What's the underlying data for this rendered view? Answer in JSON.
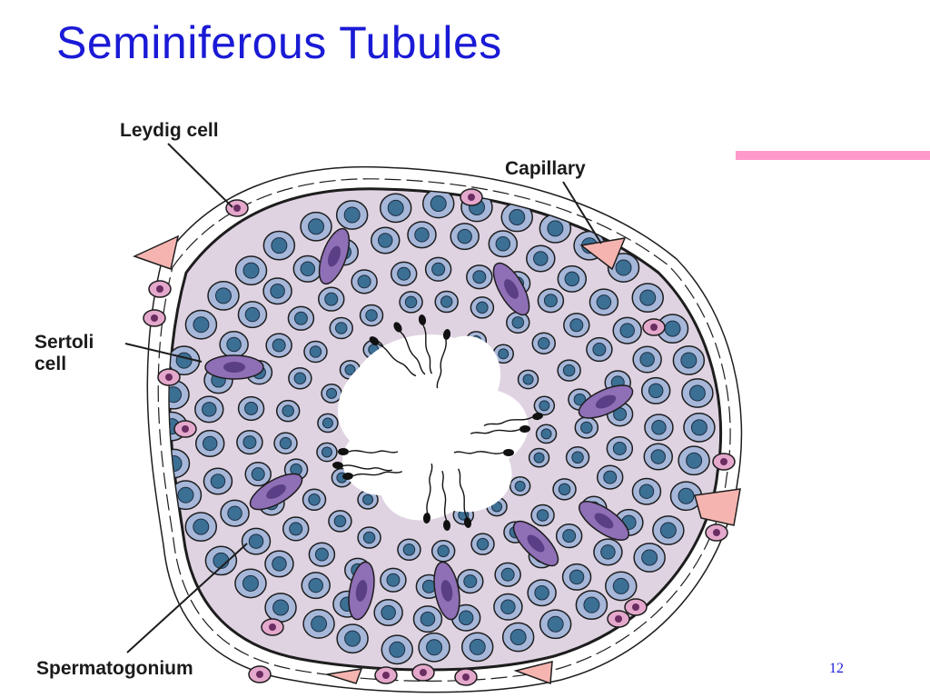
{
  "slide": {
    "title": "Seminiferous Tubules",
    "page_number": "12"
  },
  "labels": {
    "leydig": "Leydig cell",
    "capillary": "Capillary",
    "sertoli_line1": "Sertoli",
    "sertoli_line2": "cell",
    "spermatogonium": "Spermatogonium"
  },
  "colors": {
    "title": "#1a1ad6",
    "accent_bar": "#ff99cc",
    "lumen_tissue": "#dfd3e2",
    "germ_cell": "#a7b7d9",
    "germ_nucleus": "#3c6f94",
    "sertoli_cell": "#8f6fb6",
    "leydig_cell": "#e4a8cc",
    "capillary": "#f6b4b0",
    "outline": "#1d1d1d"
  }
}
